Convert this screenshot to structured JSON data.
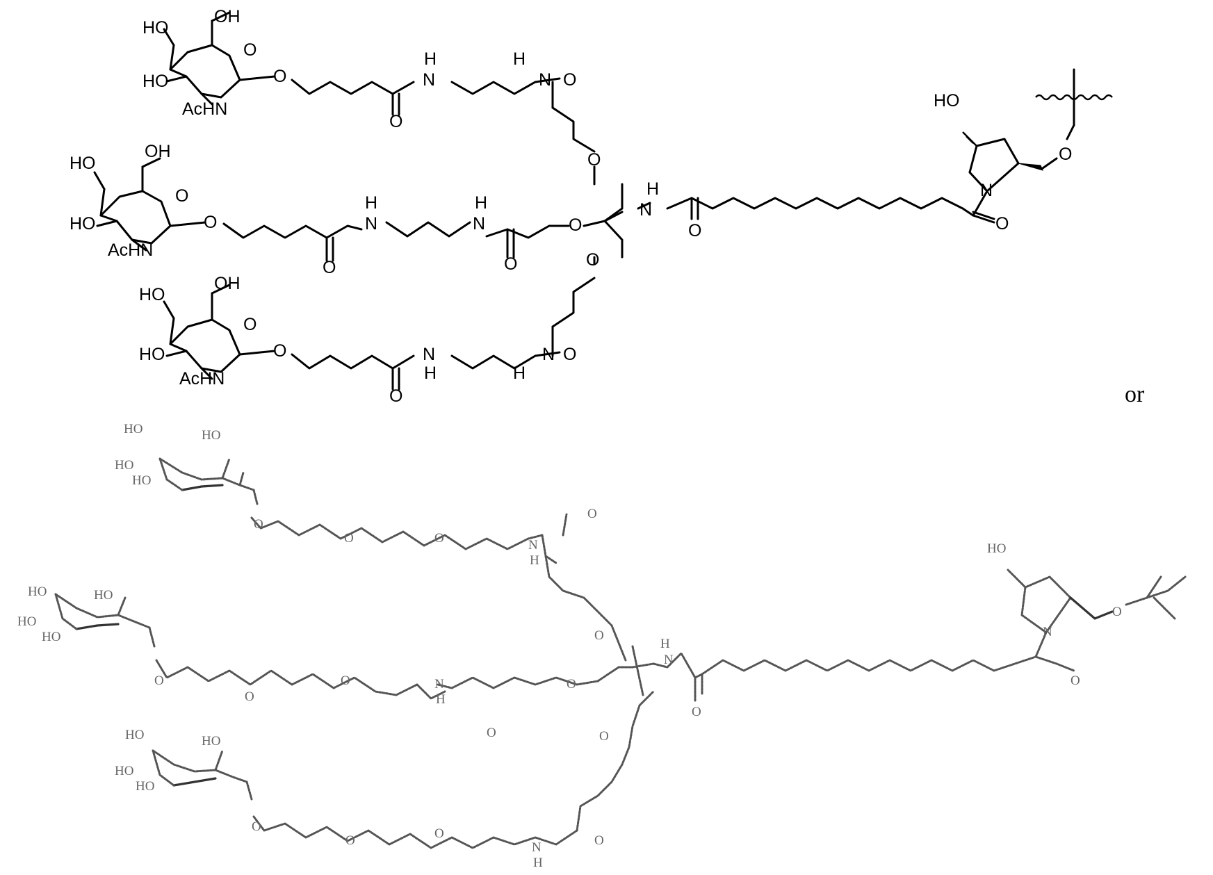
{
  "separator": "or",
  "structure_1": {
    "labels": {
      "oh_1": "OH",
      "ho_1a": "HO",
      "ho_1b": "HO",
      "achn_1": "AcHN",
      "o_ring_1": "O",
      "o_gly_1": "O",
      "nh_1a": "H",
      "n_1a": "N",
      "nh_1b": "H",
      "n_1b": "N",
      "o_amide_1a": "O",
      "o_amide_1b": "O",
      "o_ether_1": "O",
      "oh_2": "OH",
      "ho_2a": "HO",
      "ho_2b": "HO",
      "achn_2": "AcHN",
      "o_ring_2": "O",
      "o_gly_2": "O",
      "h_2a": "H",
      "n_2a": "N",
      "h_2b": "H",
      "n_2b": "N",
      "o_amide_2a": "O",
      "o_amide_2b": "O",
      "o_ether_2": "O",
      "oh_3": "OH",
      "ho_3a": "HO",
      "ho_3b": "HO",
      "achn_3": "AcHN",
      "o_ring_3": "O",
      "o_gly_3": "O",
      "n_3a": "N",
      "h_3a": "H",
      "n_3b": "N",
      "h_3b": "H",
      "o_amide_3a": "O",
      "o_amide_3b": "O",
      "o_ether_3": "O",
      "h_core": "H",
      "n_core": "N",
      "o_core_amide": "O",
      "o_pyr_amide": "O",
      "n_pyr": "N",
      "ho_pyr": "HO",
      "o_pyr_ether": "O"
    }
  },
  "structure_2": {
    "labels": {
      "ho": "HO",
      "o": "O",
      "n": "N",
      "h": "H"
    }
  }
}
